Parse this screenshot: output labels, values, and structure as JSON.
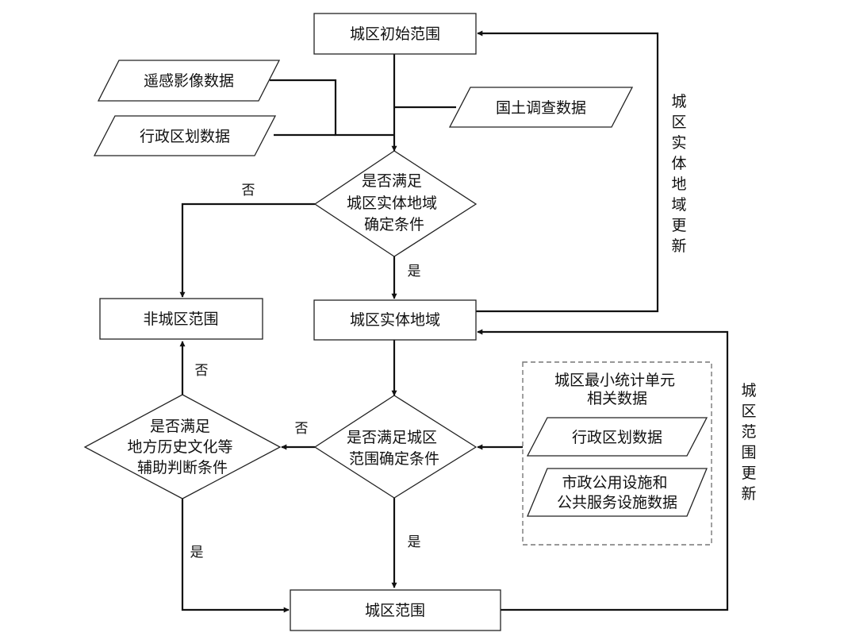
{
  "nodes": {
    "initial_range": "城区初始范围",
    "remote_sensing": "遥感影像数据",
    "admin_division_top": "行政区划数据",
    "land_survey": "国土调查数据",
    "decision_entity": [
      "是否满足",
      "城区实体地域",
      "确定条件"
    ],
    "non_urban": "非城区范围",
    "urban_entity": "城区实体地域",
    "decision_range": [
      "是否满足城区",
      "范围确定条件"
    ],
    "decision_history": [
      "是否满足",
      "地方历史文化等",
      "辅助判断条件"
    ],
    "min_unit_title": [
      "城区最小统计单元",
      "相关数据"
    ],
    "admin_division_inner": "行政区划数据",
    "facilities": [
      "市政公用设施和",
      "公共服务设施数据"
    ],
    "urban_range": "城区范围"
  },
  "edge_labels": {
    "entity_no": "否",
    "entity_yes": "是",
    "range_no": "否",
    "range_yes": "是",
    "history_no": "否",
    "history_yes": "是"
  },
  "feedback": {
    "entity_update": [
      "城",
      "区",
      "实",
      "体",
      "地",
      "域",
      "更",
      "新"
    ],
    "range_update": [
      "城",
      "区",
      "范",
      "围",
      "更",
      "新"
    ]
  }
}
